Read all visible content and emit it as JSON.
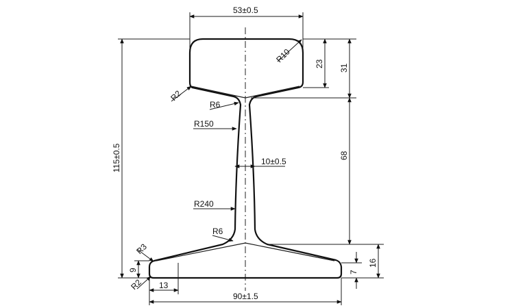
{
  "drawing": {
    "top_width": "53±0.5",
    "head_radius": "R10",
    "head_height": "23",
    "head_total": "31",
    "head_corner_radius": "R2",
    "fillet_top": "R6",
    "web_radius_upper": "R150",
    "web_thickness": "10±0.5",
    "web_height": "68",
    "web_radius_lower": "R240",
    "fillet_bottom": "R6",
    "total_height": "115±0.5",
    "foot_radius_upper": "R3",
    "foot_edge_height": "9",
    "foot_radius_lower": "R2",
    "foot_edge_width": "13",
    "base_width": "90±1.5",
    "foot_height": "16",
    "foot_tip_height": "7"
  }
}
